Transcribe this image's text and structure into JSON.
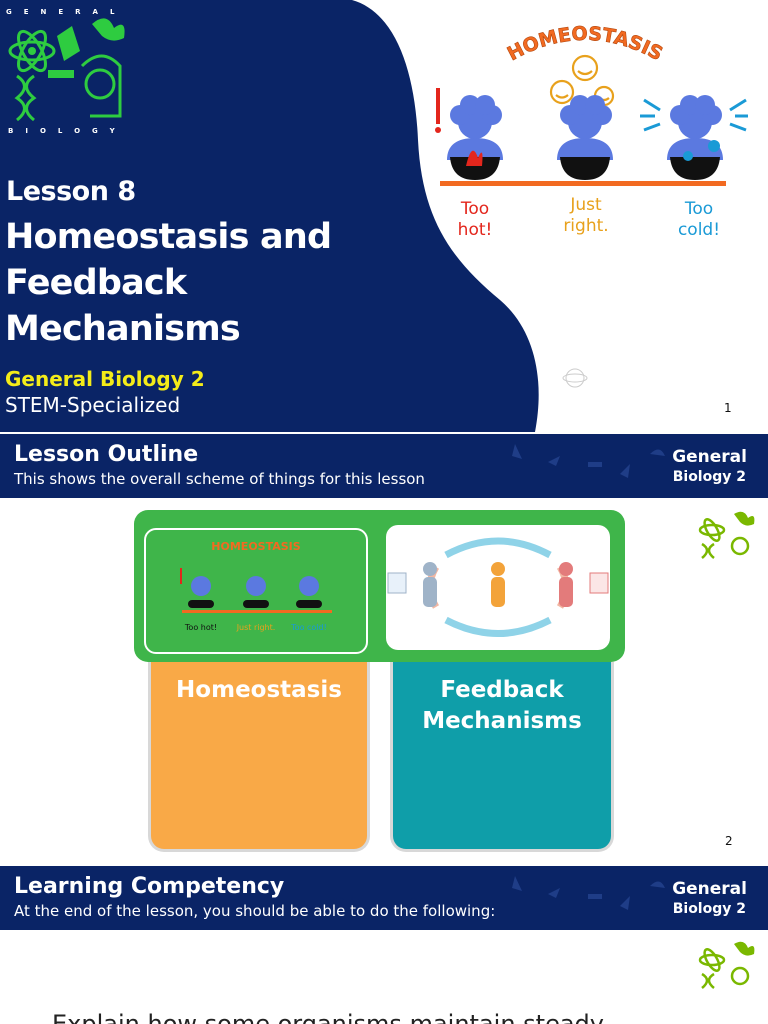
{
  "slide1": {
    "logo_top_text": "GENERAL",
    "logo_bottom_text": "BIOLOGY",
    "lesson_number": "Lesson 8",
    "title_line1": "Homeostasis and",
    "title_line2": "Feedback Mechanisms",
    "subject": "General Biology 2",
    "track": "STEM-Specialized",
    "page_number": "1",
    "illustration": {
      "banner": "HOMEOSTASIS",
      "states": [
        {
          "label_line1": "Too",
          "label_line2": "hot!",
          "color": "#e3261c"
        },
        {
          "label_line1": "Just",
          "label_line2": "right.",
          "color": "#e8a11c"
        },
        {
          "label_line1": "Too",
          "label_line2": "cold!",
          "color": "#1a9ad6"
        }
      ]
    },
    "colors": {
      "navy": "#0a2466",
      "accent_yellow": "#f4ec19",
      "bar_orange": "#f26a21"
    }
  },
  "slide2": {
    "header_title": "Lesson Outline",
    "header_subtitle": "This shows the overall scheme of things for this lesson",
    "brand_line1": "General",
    "brand_line2": "Biology  2",
    "cards": [
      {
        "label": "Homeostasis",
        "color": "#f9a947"
      },
      {
        "label_line1": "Feedback",
        "label_line2": "Mechanisms",
        "color": "#0f9ea9"
      }
    ],
    "thumb_small_labels": [
      "Too hot!",
      "Just right.",
      "Too cold!"
    ],
    "page_number": "2"
  },
  "slide3": {
    "header_title": "Learning Competency",
    "header_subtitle": "At the end of the lesson, you should be able to do the following:",
    "brand_line1": "General",
    "brand_line2": "Biology  2",
    "body_text": "Explain how some organisms maintain steady"
  }
}
